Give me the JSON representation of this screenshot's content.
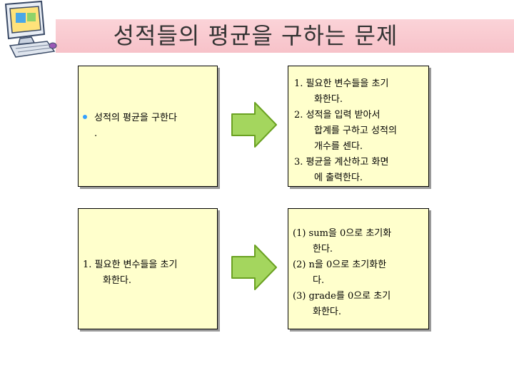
{
  "title": "성적들의 평균을 구하는 문제",
  "colors": {
    "title_band": "#f7c2c9",
    "box_fill": "#ffffcc",
    "arrow_fill": "#a4d65e",
    "arrow_stroke": "#6aa121",
    "bullet": "#33a0ff"
  },
  "icons": {
    "header": "computer-icon",
    "flow": "right-arrow-icon"
  },
  "problem_box": {
    "lines": [
      "성적의 평균을 구한다",
      "."
    ]
  },
  "steps_box": {
    "items": [
      {
        "lines": [
          "1. 필요한 변수들을 초기",
          "화한다."
        ]
      },
      {
        "lines": [
          "2. 성적을 입력 받아서",
          "합계를 구하고 성적의",
          "개수를 센다."
        ]
      },
      {
        "lines": [
          "3. 평균을 계산하고 화면",
          "에 출력한다."
        ]
      }
    ]
  },
  "step1_box": {
    "lines": [
      "1. 필요한 변수들을 초기",
      "화한다."
    ]
  },
  "init_box": {
    "items": [
      {
        "lines": [
          "(1) sum을 0으로 초기화",
          "한다."
        ]
      },
      {
        "lines": [
          "(2) n을 0으로 초기화한",
          "다."
        ]
      },
      {
        "lines": [
          "(3) grade를 0으로 초기",
          "화한다."
        ]
      }
    ]
  }
}
